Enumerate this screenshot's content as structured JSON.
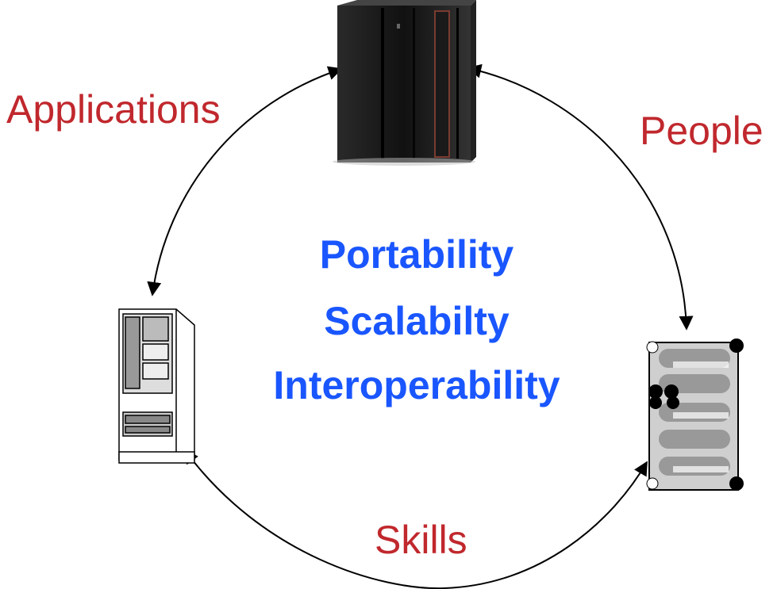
{
  "labels": {
    "applications": "Applications",
    "people": "People",
    "skills": "Skills"
  },
  "center": {
    "line1": "Portability",
    "line2": "Scalabilty",
    "line3": "Interoperability"
  },
  "colors": {
    "edge_label": "#c0282d",
    "center_text": "#1a56ff",
    "arrow": "#000000"
  },
  "icons": {
    "top": "mainframe-server-icon",
    "left": "tower-server-icon",
    "right": "rack-server-icon"
  }
}
